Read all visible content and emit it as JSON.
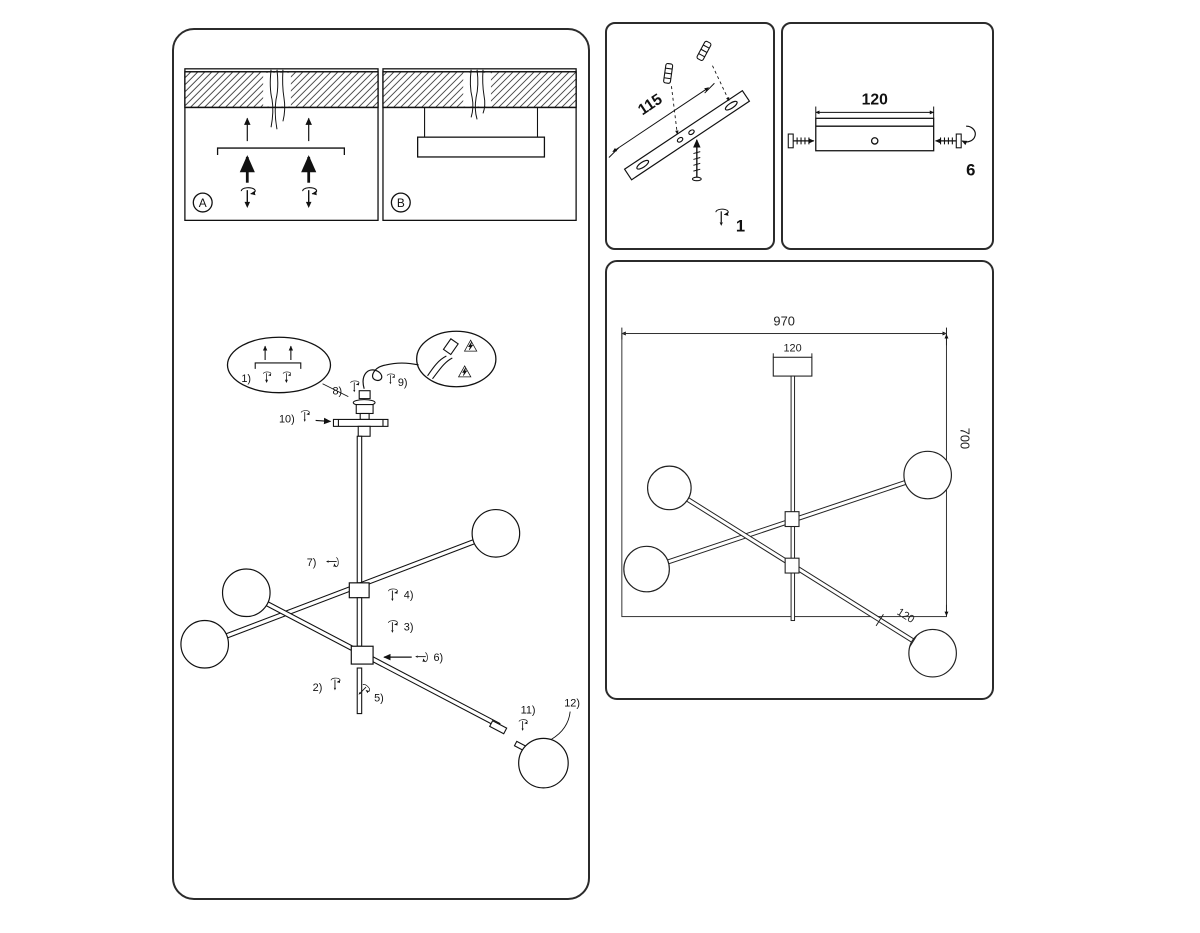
{
  "colors": {
    "line": "#1a1a1a",
    "panel_border": "#2b2b2b",
    "background": "#ffffff"
  },
  "mounting": {
    "label_a": "A",
    "label_b": "B"
  },
  "assembly": {
    "steps": {
      "s1": "1)",
      "s2": "2)",
      "s3": "3)",
      "s4": "4)",
      "s5": "5)",
      "s6": "6)",
      "s7": "7)",
      "s8": "8)",
      "s9": "9)",
      "s10": "10)",
      "s11": "11)",
      "s12": "12)"
    }
  },
  "bracket_panel": {
    "dim_length": "115",
    "step": "1"
  },
  "crossbar_panel": {
    "dim_length": "120",
    "step": "6"
  },
  "dimensions_panel": {
    "overall_width": "970",
    "canopy_width": "120",
    "overall_height": "700",
    "arm_end_length": "120"
  }
}
